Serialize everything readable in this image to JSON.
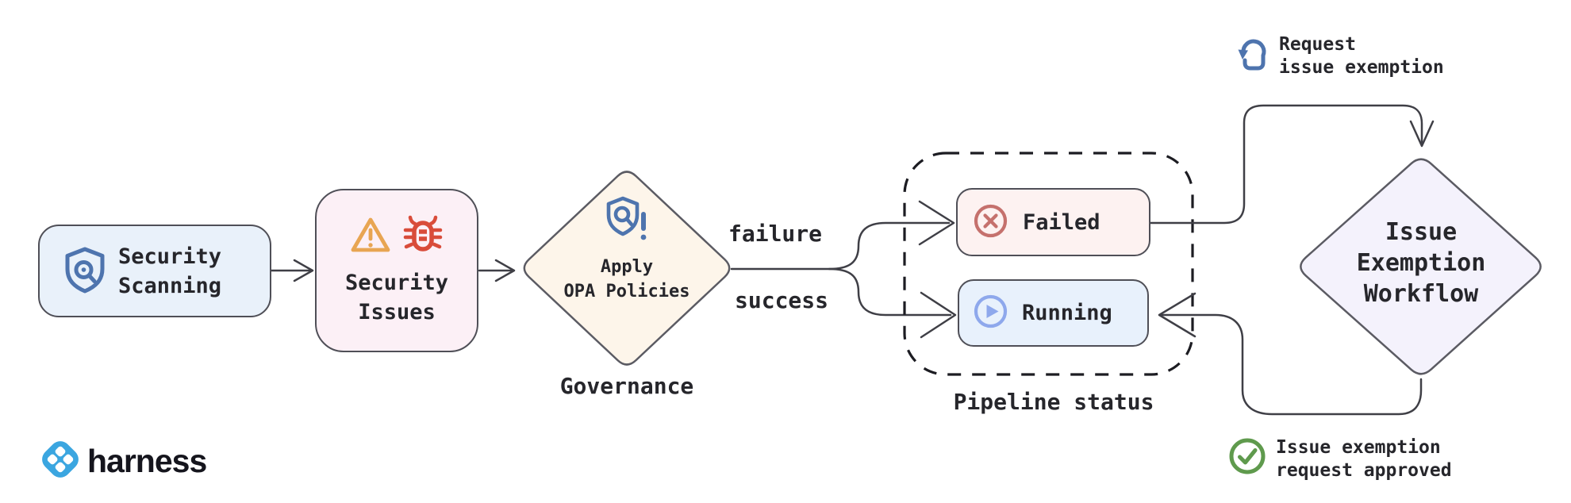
{
  "nodes": {
    "security_scanning": {
      "label": "Security\nScanning",
      "fill": "#e9f1fa",
      "icon": "shield-search-icon"
    },
    "security_issues": {
      "label": "Security\nIssues",
      "fill": "#fcf0f6",
      "icons": [
        "warning-triangle-icon",
        "bug-icon"
      ]
    },
    "apply_opa_policies": {
      "label": "Apply\nOPA Policies",
      "caption": "Governance",
      "fill": "#fdf5ea",
      "icon": "shield-alert-icon"
    },
    "failed": {
      "label": "Failed",
      "fill": "#fdf2f1",
      "icon": "circle-x-icon"
    },
    "running": {
      "label": "Running",
      "fill": "#e8f1fc",
      "icon": "circle-play-icon"
    },
    "issue_exemption_workflow": {
      "label": "Issue\nExemption\nWorkflow",
      "fill": "#f4f2fc"
    }
  },
  "group": {
    "pipeline_status_label": "Pipeline status"
  },
  "edges": {
    "failure": "failure",
    "success": "success"
  },
  "annotations": {
    "request_exemption": {
      "label": "Request\nissue exemption",
      "icon": "tap-gesture-icon"
    },
    "approved": {
      "label": "Issue exemption\nrequest approved",
      "icon": "check-circle-icon"
    }
  },
  "branding": {
    "wordmark": "harness",
    "logo_icon": "harness-logo-icon"
  },
  "colors": {
    "node_border": "#4f4f57",
    "connector": "#3f3f46",
    "dashed_border": "#1c1c22",
    "text": "#26262b",
    "shield_blue": "#4e74ae",
    "warning_orange": "#e8a552",
    "bug_red": "#d94c3a",
    "failed_icon": "#c5716d",
    "running_icon": "#8ea8ec",
    "check_green": "#5f9a4d",
    "harness_blue": "#3ba6e0",
    "wordmark_color": "#15151d"
  }
}
